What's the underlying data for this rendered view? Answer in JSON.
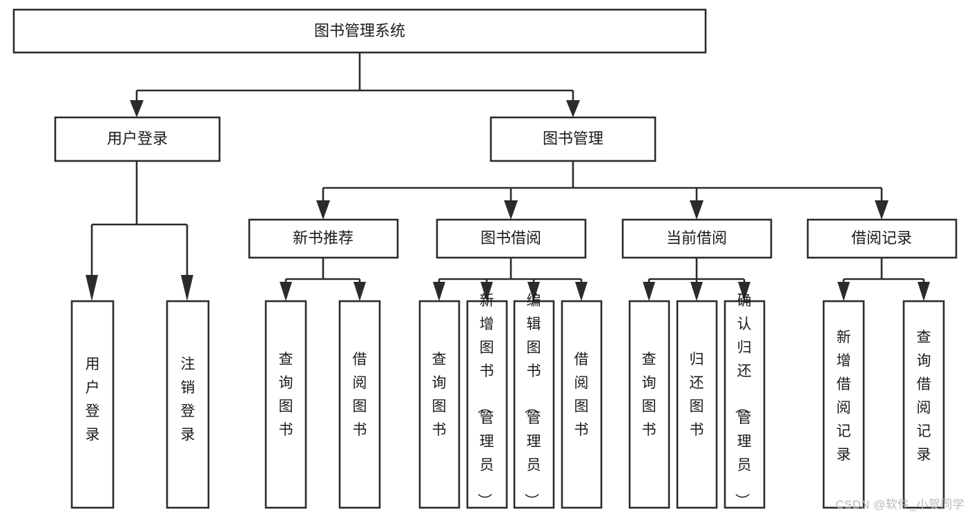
{
  "diagram": {
    "type": "tree-hierarchy",
    "title": "图书管理系统",
    "orientation": "top-down",
    "colors": {
      "box_fill": "#ffffff",
      "box_stroke": "#2b2b2b",
      "text": "#1a1a1a",
      "background": "#ffffff",
      "watermark": "#b9b9b9"
    },
    "root": {
      "label": "图书管理系统",
      "text_orientation": "horizontal"
    },
    "level2": [
      {
        "id": "user-login",
        "label": "用户登录",
        "text_orientation": "horizontal",
        "children": [
          {
            "id": "user-login-do",
            "label": "用户登录",
            "text_orientation": "vertical"
          },
          {
            "id": "user-logout",
            "label": "注销登录",
            "text_orientation": "vertical"
          }
        ]
      },
      {
        "id": "book-management",
        "label": "图书管理",
        "text_orientation": "horizontal",
        "children": []
      }
    ],
    "level3": [
      {
        "id": "new-book-recommend",
        "label": "新书推荐",
        "text_orientation": "horizontal",
        "children": [
          {
            "id": "query-book-1",
            "label": "查询图书",
            "text_orientation": "vertical"
          },
          {
            "id": "borrow-book-1",
            "label": "借阅图书",
            "text_orientation": "vertical"
          }
        ]
      },
      {
        "id": "book-borrow",
        "label": "图书借阅",
        "text_orientation": "horizontal",
        "children": [
          {
            "id": "query-book-2",
            "label": "查询图书",
            "text_orientation": "vertical"
          },
          {
            "id": "add-book",
            "label": "新增图书（管理员）",
            "text_orientation": "vertical"
          },
          {
            "id": "edit-book",
            "label": "编辑图书（管理员）",
            "text_orientation": "vertical"
          },
          {
            "id": "borrow-book-2",
            "label": "借阅图书",
            "text_orientation": "vertical"
          }
        ]
      },
      {
        "id": "current-borrow",
        "label": "当前借阅",
        "text_orientation": "horizontal",
        "children": [
          {
            "id": "query-book-3",
            "label": "查询图书",
            "text_orientation": "vertical"
          },
          {
            "id": "return-book",
            "label": "归还图书",
            "text_orientation": "vertical"
          },
          {
            "id": "confirm-return",
            "label": "确认归还（管理员）",
            "text_orientation": "vertical"
          }
        ]
      },
      {
        "id": "borrow-record",
        "label": "借阅记录",
        "text_orientation": "horizontal",
        "children": [
          {
            "id": "add-borrow-record",
            "label": "新增借阅记录",
            "text_orientation": "vertical"
          },
          {
            "id": "query-borrow-record",
            "label": "查询借阅记录",
            "text_orientation": "vertical"
          }
        ]
      }
    ]
  },
  "watermark": {
    "text": "CSDN @软件_小贺同学"
  }
}
